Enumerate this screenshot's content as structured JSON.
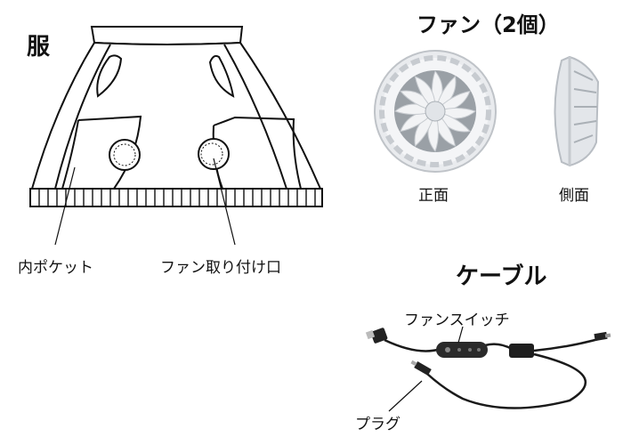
{
  "sections": {
    "clothing": {
      "title": "服",
      "labels": {
        "inner_pocket": "内ポケット",
        "fan_mount": "ファン取り付け口"
      }
    },
    "fan": {
      "title": "ファン（2個）",
      "labels": {
        "front": "正面",
        "side": "側面"
      }
    },
    "cable": {
      "title": "ケーブル",
      "labels": {
        "switch": "ファンスイッチ",
        "plug": "プラグ"
      }
    }
  }
}
